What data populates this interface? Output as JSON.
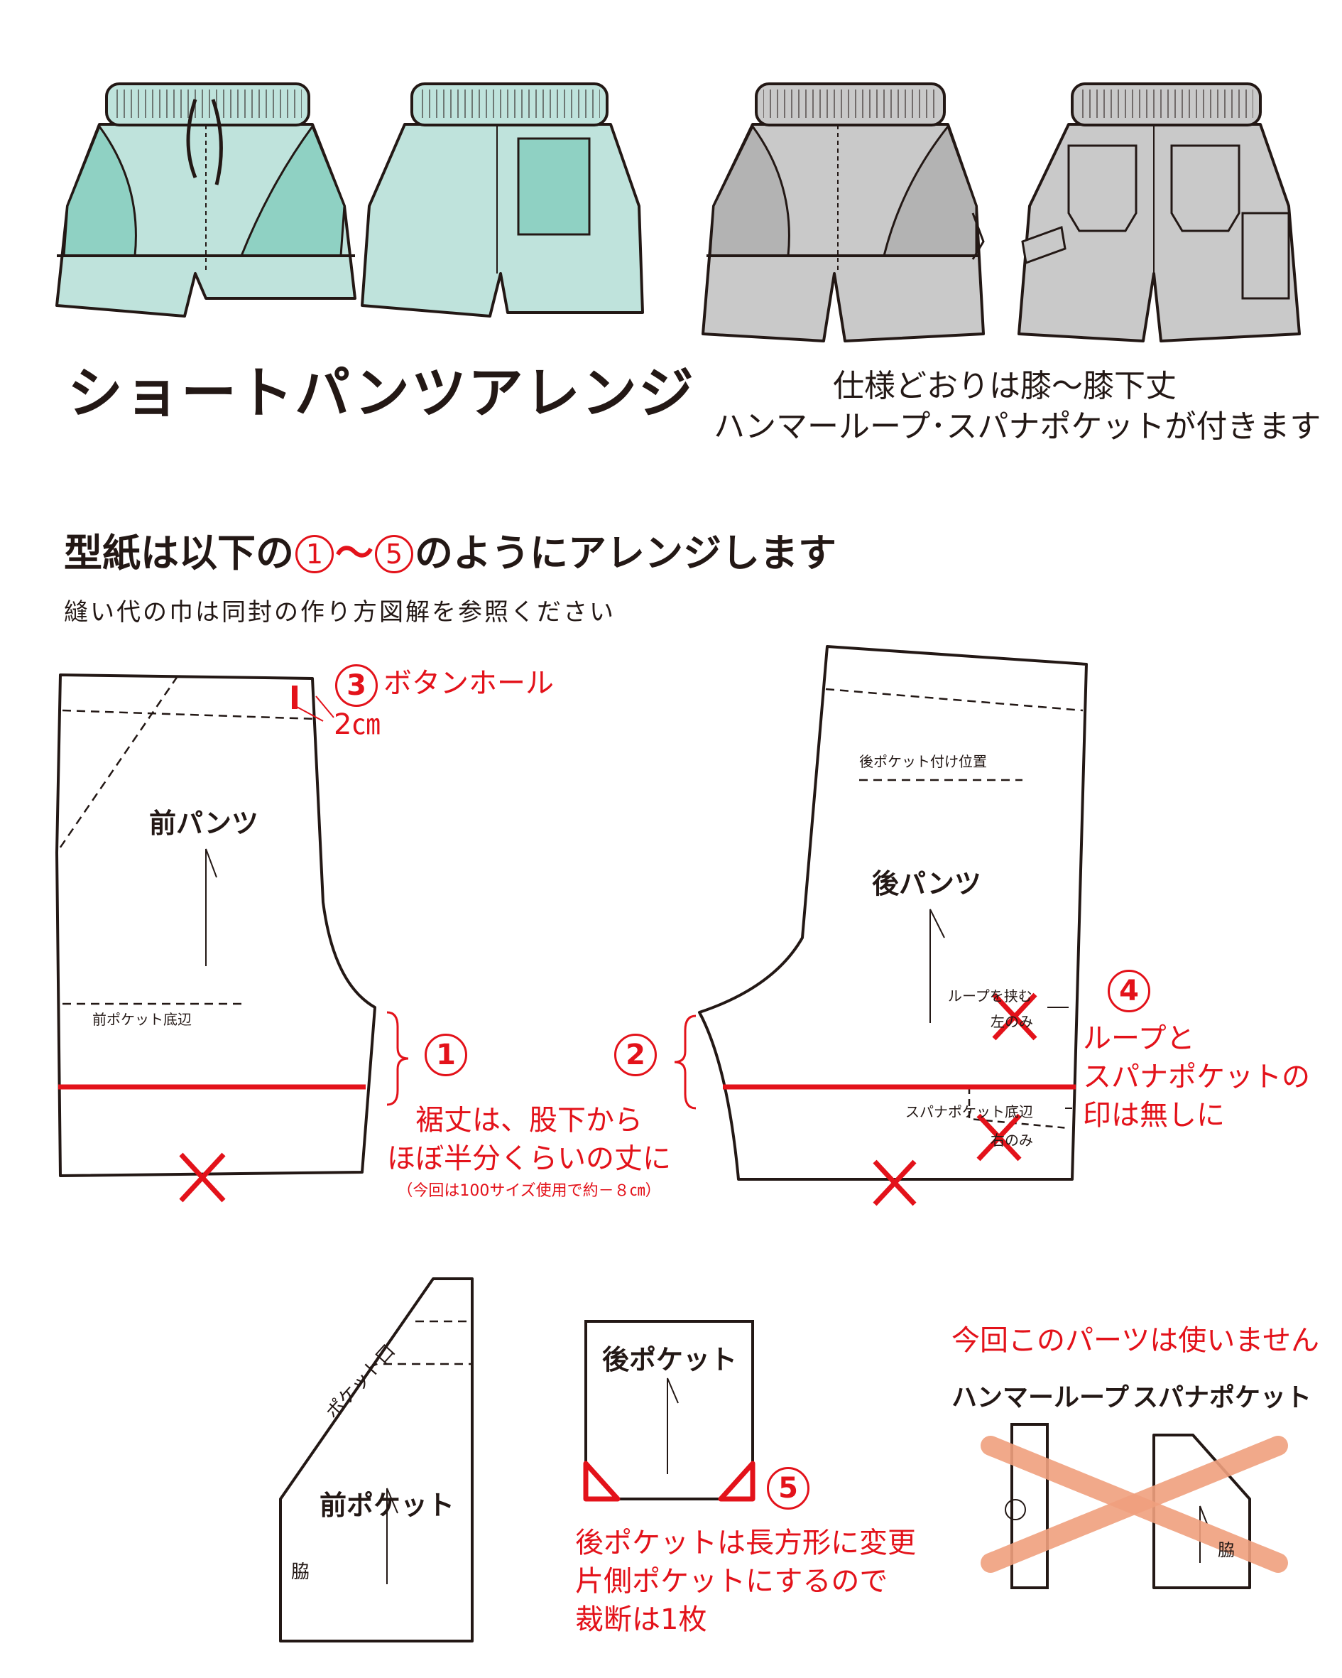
{
  "title": "ショートパンツアレンジ",
  "spec_note": {
    "line1": "仕様どおりは膝〜膝下丈",
    "line2": "ハンマーループ･スパナポケットが付きます"
  },
  "heading": {
    "prefix": "型紙は以下の",
    "num_start": "1",
    "tilde": "〜",
    "num_end": "5",
    "suffix": "のようにアレンジします"
  },
  "subheading": "縫い代の巾は同封の作り方図解を参照ください",
  "patterns": {
    "front_pants": "前パンツ",
    "front_pocket_bottom": "前ポケット底辺",
    "back_pants": "後パンツ",
    "back_pocket_position": "後ポケット付け位置",
    "loop_mark": "ループを挟む",
    "left_only": "左のみ",
    "spanner_bottom": "スパナポケット底辺",
    "right_only": "右のみ",
    "front_pocket": "前ポケット",
    "pocket_opening": "ポケット口",
    "side": "脇",
    "back_pocket": "後ポケット",
    "hammer_loop": "ハンマーループ",
    "spanner_pocket": "スパナポケット",
    "spanner_side": "脇"
  },
  "steps": {
    "step1": "1",
    "step2": "2",
    "step3": "3",
    "step3_text": "ボタンホール",
    "step3_size": "2㎝",
    "step4": "4",
    "step4_line1": "ループと",
    "step4_line2": "スパナポケットの",
    "step4_line3": "印は無しに",
    "step5": "5",
    "step5_line1": "後ポケットは長方形に変更",
    "step5_line2": "片側ポケットにするので",
    "step5_line3": "裁断は1枚",
    "hem_line1": "裾丈は、股下から",
    "hem_line2": "ほぼ半分くらいの丈に",
    "hem_line3": "（今回は100サイズ使用で約－８㎝）",
    "unused": "今回このパーツは使いません"
  },
  "colors": {
    "accent_red": "#e3121a",
    "mint_light": "#bfe3dc",
    "mint_dark": "#8fd1c3",
    "gray_light": "#c9c9c9",
    "gray_dark": "#b3b3b3",
    "salmon": "#f0a07e",
    "ink": "#231815"
  }
}
